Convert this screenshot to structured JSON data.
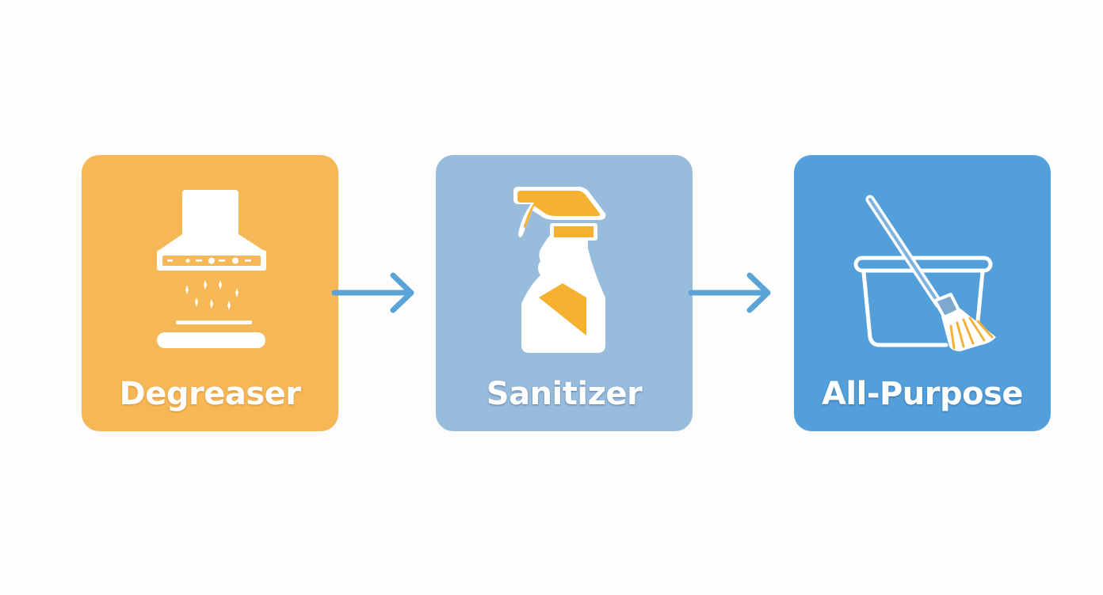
{
  "diagram": {
    "type": "process-flow",
    "background": "#fdfdfd",
    "arrow_color": "#5aa3d6",
    "steps": [
      {
        "label": "Degreaser",
        "icon": "range-hood-icon",
        "bg_color": "#f6b756",
        "icon_color": "#ffffff"
      },
      {
        "label": "Sanitizer",
        "icon": "spray-bottle-icon",
        "bg_color": "#98bcdc",
        "icon_color": "#ffffff",
        "accent_color": "#f5b12f"
      },
      {
        "label": "All-Purpose",
        "icon": "bucket-and-mop-icon",
        "bg_color": "#539fd9",
        "icon_color": "#ffffff",
        "accent_color": "#f2b23a"
      }
    ],
    "connectors": [
      {
        "from": "Degreaser",
        "to": "Sanitizer",
        "icon": "arrow-right-icon"
      },
      {
        "from": "Sanitizer",
        "to": "All-Purpose",
        "icon": "arrow-right-icon"
      }
    ]
  }
}
